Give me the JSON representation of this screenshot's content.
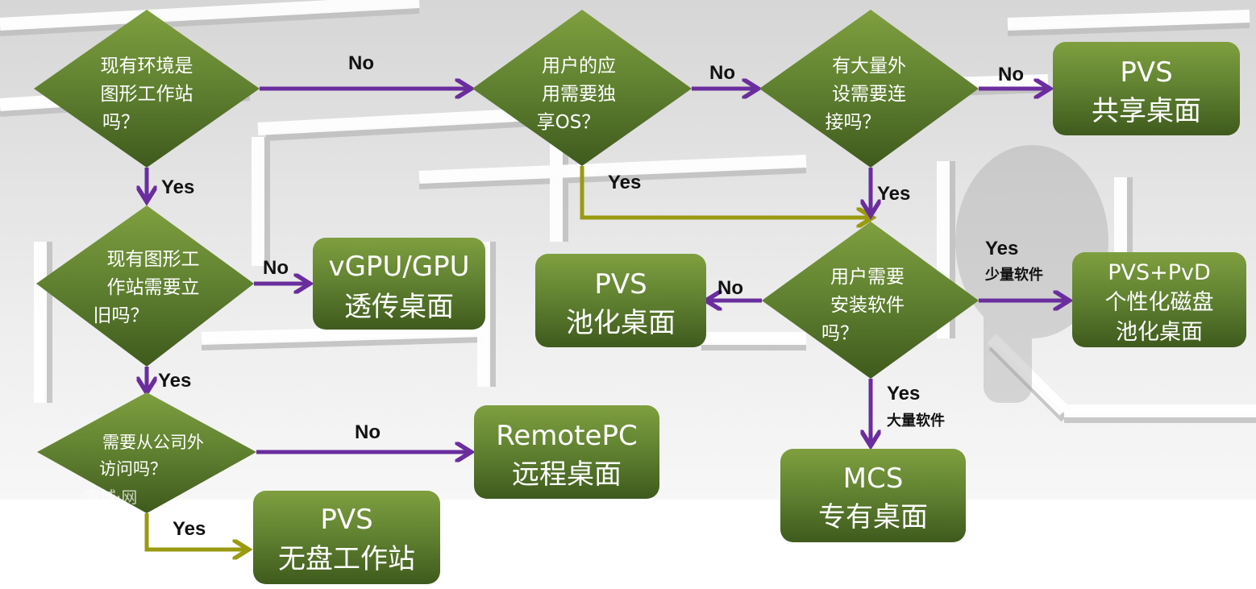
{
  "decisions": [
    {
      "id": "d1",
      "lines": [
        "现有环境是",
        "图形工作站",
        "吗？"
      ]
    },
    {
      "id": "d2",
      "lines": [
        "现有图形工",
        "作站需要立",
        "旧吗？"
      ]
    },
    {
      "id": "d3",
      "lines": [
        "需要从公司外",
        "访问吗？"
      ]
    },
    {
      "id": "d4",
      "lines": [
        "用户的应",
        "用需要独",
        "享OS？"
      ]
    },
    {
      "id": "d5",
      "lines": [
        "有大量外",
        "设需要连",
        "接吗？"
      ]
    },
    {
      "id": "d6",
      "lines": [
        "用户需要",
        "安装软件",
        "吗？"
      ]
    }
  ],
  "results": [
    {
      "id": "r_vgpu",
      "lines": [
        "vGPU/GPU",
        "透传桌面"
      ]
    },
    {
      "id": "r_remote",
      "lines": [
        "RemotePC",
        "远程桌面"
      ]
    },
    {
      "id": "r_diskless",
      "lines": [
        "PVS",
        "无盘工作站"
      ]
    },
    {
      "id": "r_shared",
      "lines": [
        "PVS",
        "共享桌面"
      ]
    },
    {
      "id": "r_pooled",
      "lines": [
        "PVS",
        "池化桌面"
      ]
    },
    {
      "id": "r_pvd",
      "lines": [
        "PVS+PvD",
        "个性化磁盘",
        "池化桌面"
      ]
    },
    {
      "id": "r_mcs",
      "lines": [
        "MCS",
        "专有桌面"
      ]
    }
  ],
  "edges": [
    {
      "id": "e1",
      "label": "No",
      "sublabel": ""
    },
    {
      "id": "e2",
      "label": "Yes",
      "sublabel": ""
    },
    {
      "id": "e3",
      "label": "No",
      "sublabel": ""
    },
    {
      "id": "e4",
      "label": "Yes",
      "sublabel": ""
    },
    {
      "id": "e5",
      "label": "No",
      "sublabel": ""
    },
    {
      "id": "e6",
      "label": "Yes",
      "sublabel": ""
    },
    {
      "id": "e7",
      "label": "No",
      "sublabel": ""
    },
    {
      "id": "e8",
      "label": "Yes",
      "sublabel": ""
    },
    {
      "id": "e9",
      "label": "No",
      "sublabel": ""
    },
    {
      "id": "e10",
      "label": "Yes",
      "sublabel": ""
    },
    {
      "id": "e11",
      "label": "No",
      "sublabel": ""
    },
    {
      "id": "e12",
      "label": "Yes",
      "sublabel": "少量软件"
    },
    {
      "id": "e13",
      "label": "Yes",
      "sublabel": "大量软件"
    }
  ],
  "colors": {
    "node_fill": "#5b7a2e",
    "node_fill_light": "#7a9a3e",
    "arrow_primary": "#6a2d9e",
    "arrow_secondary": "#9a9a12"
  },
  "watermark": "雪域·网"
}
